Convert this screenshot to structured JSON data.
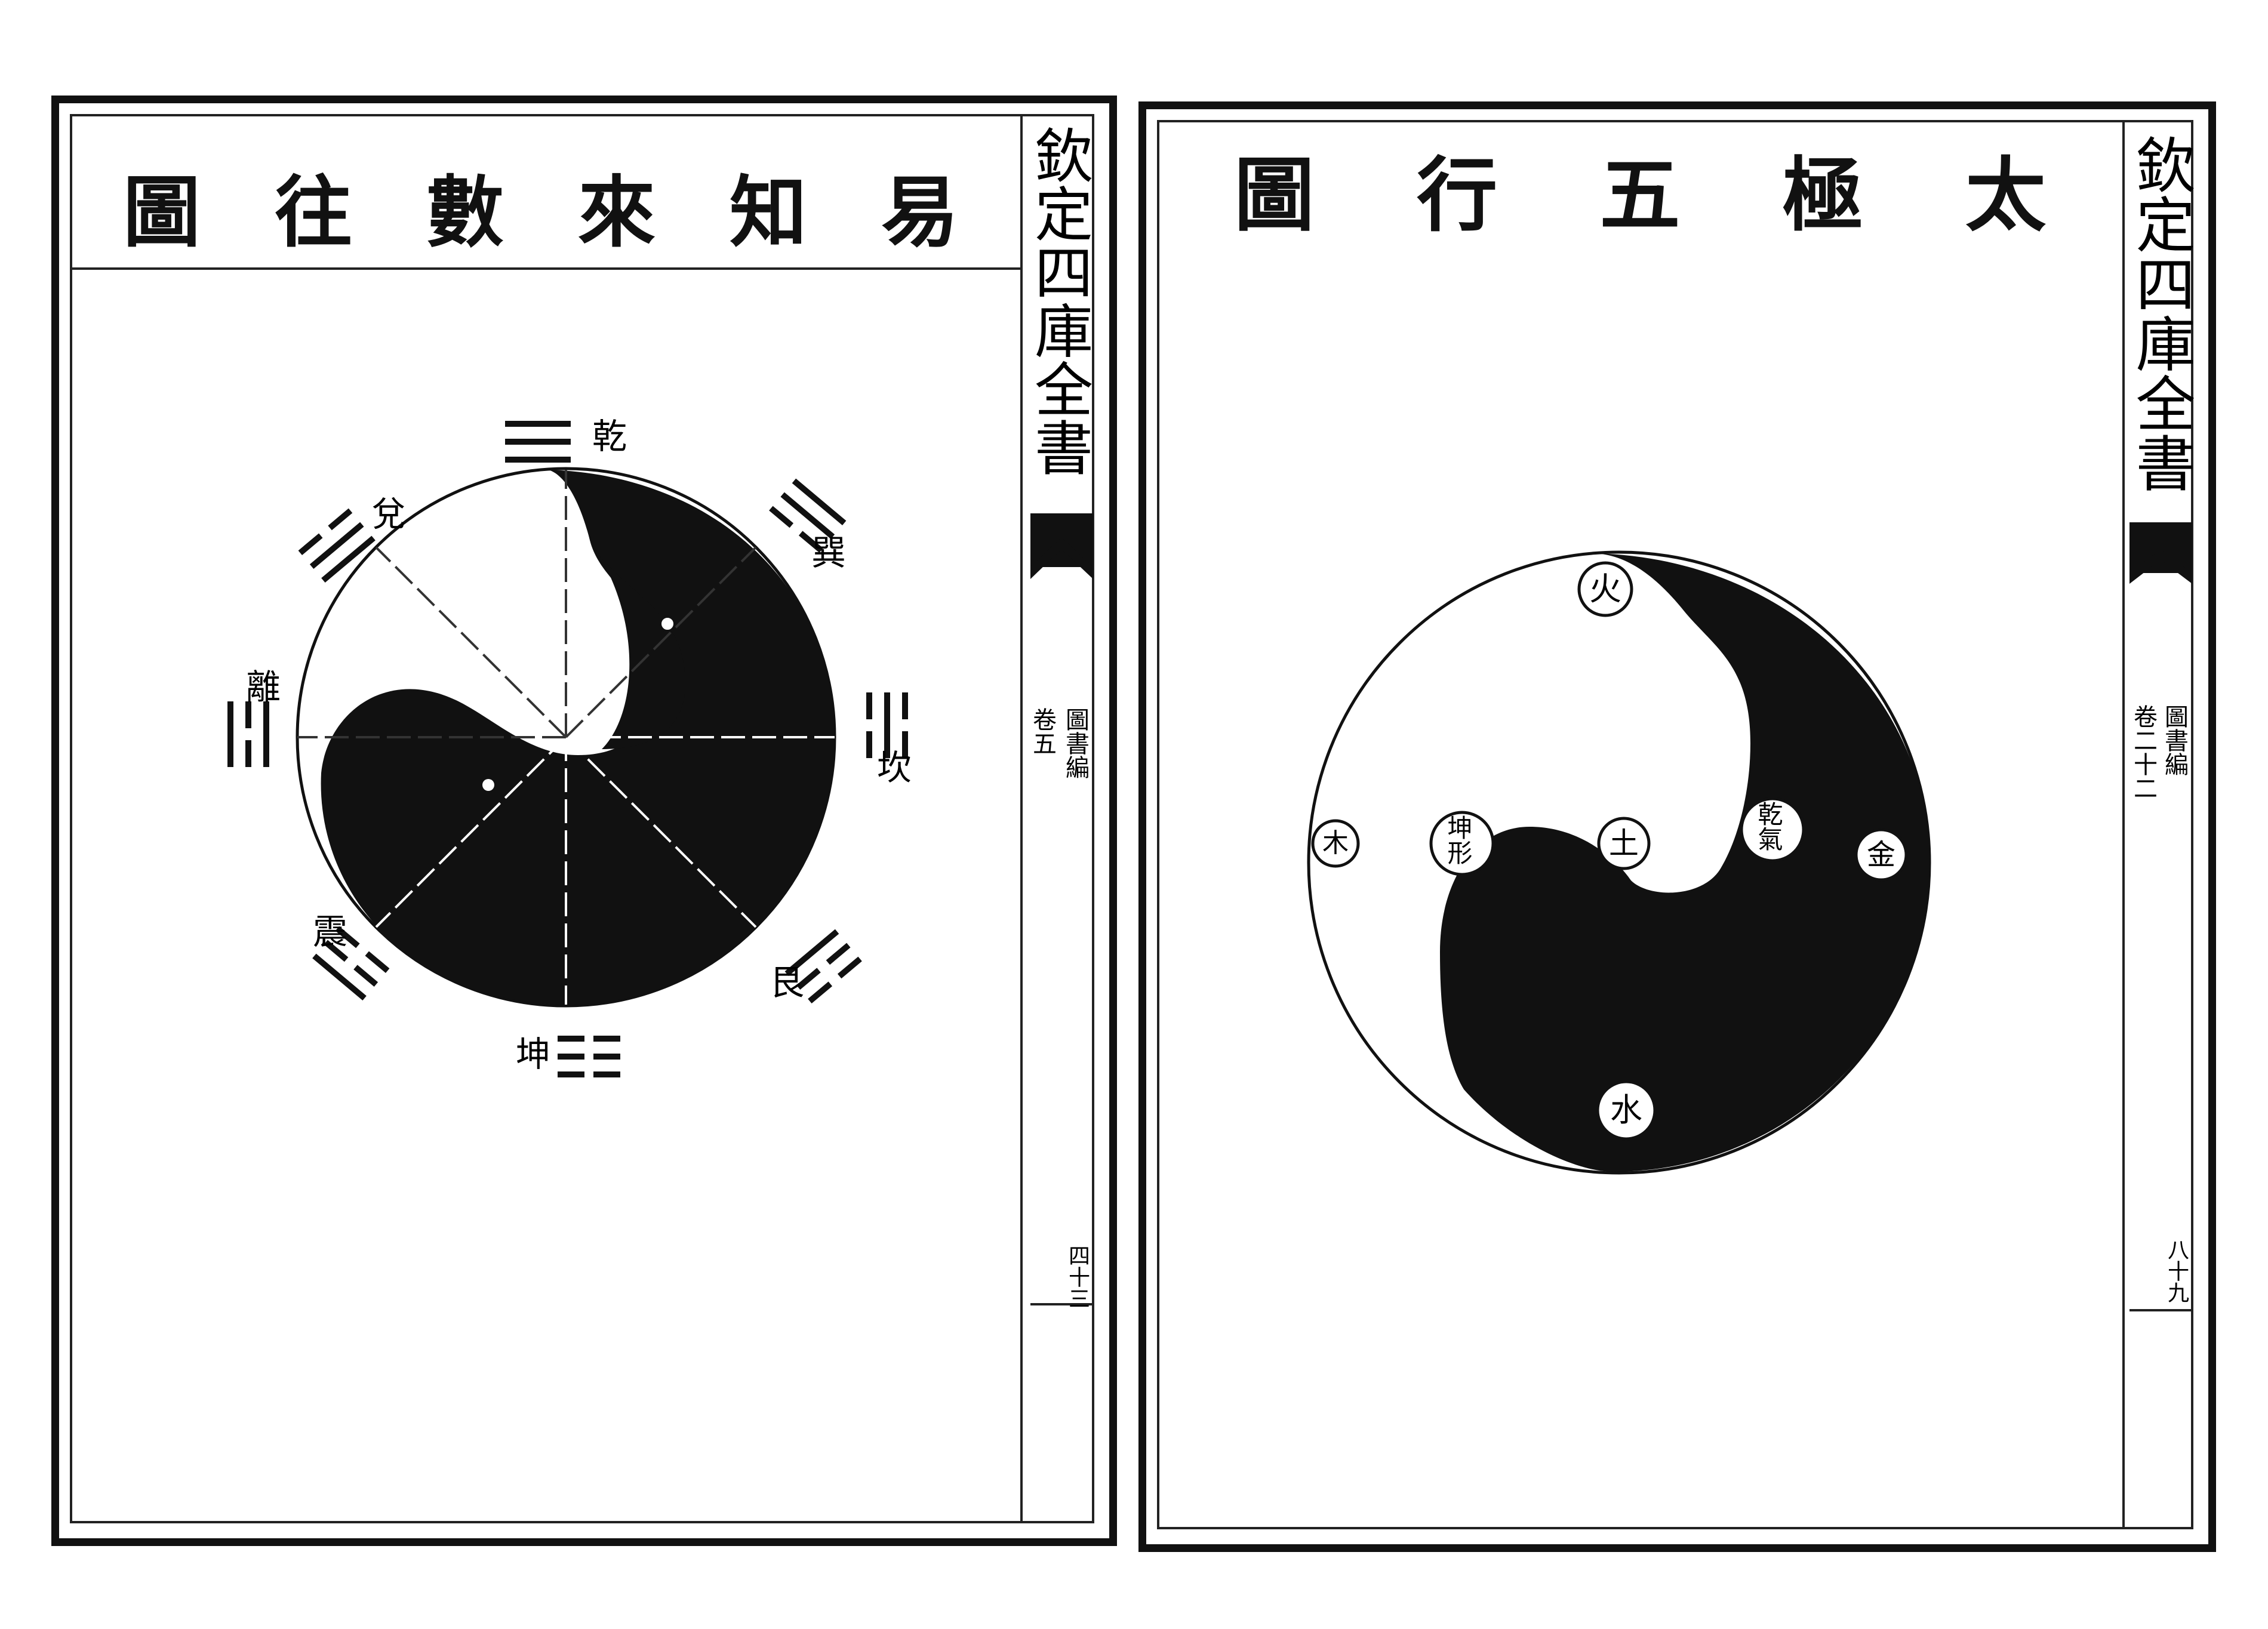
{
  "left_page": {
    "title_chars": [
      "圖",
      "往",
      "數",
      "來",
      "知",
      "易"
    ],
    "margin_title": "欽定四庫全書",
    "margin_section_a": "圖書編",
    "margin_section_b": "卷五",
    "margin_page_no": "四十三",
    "trigram_labels": {
      "qian": "乾",
      "dui": "兌",
      "li": "離",
      "zhen": "震",
      "xun": "巽",
      "kan": "坎",
      "gen": "艮",
      "kun": "坤"
    }
  },
  "right_page": {
    "title_chars": [
      "圖",
      "行",
      "五",
      "極",
      "太"
    ],
    "margin_title": "欽定四庫全書",
    "margin_section_a": "圖書編",
    "margin_section_b": "卷二十二",
    "margin_page_no": "八十九",
    "element_labels": {
      "fire": "火",
      "wood": "木",
      "earth": "土",
      "metal": "金",
      "water": "水",
      "kun_form": "坤形",
      "qian_qi": "乾氣"
    }
  }
}
